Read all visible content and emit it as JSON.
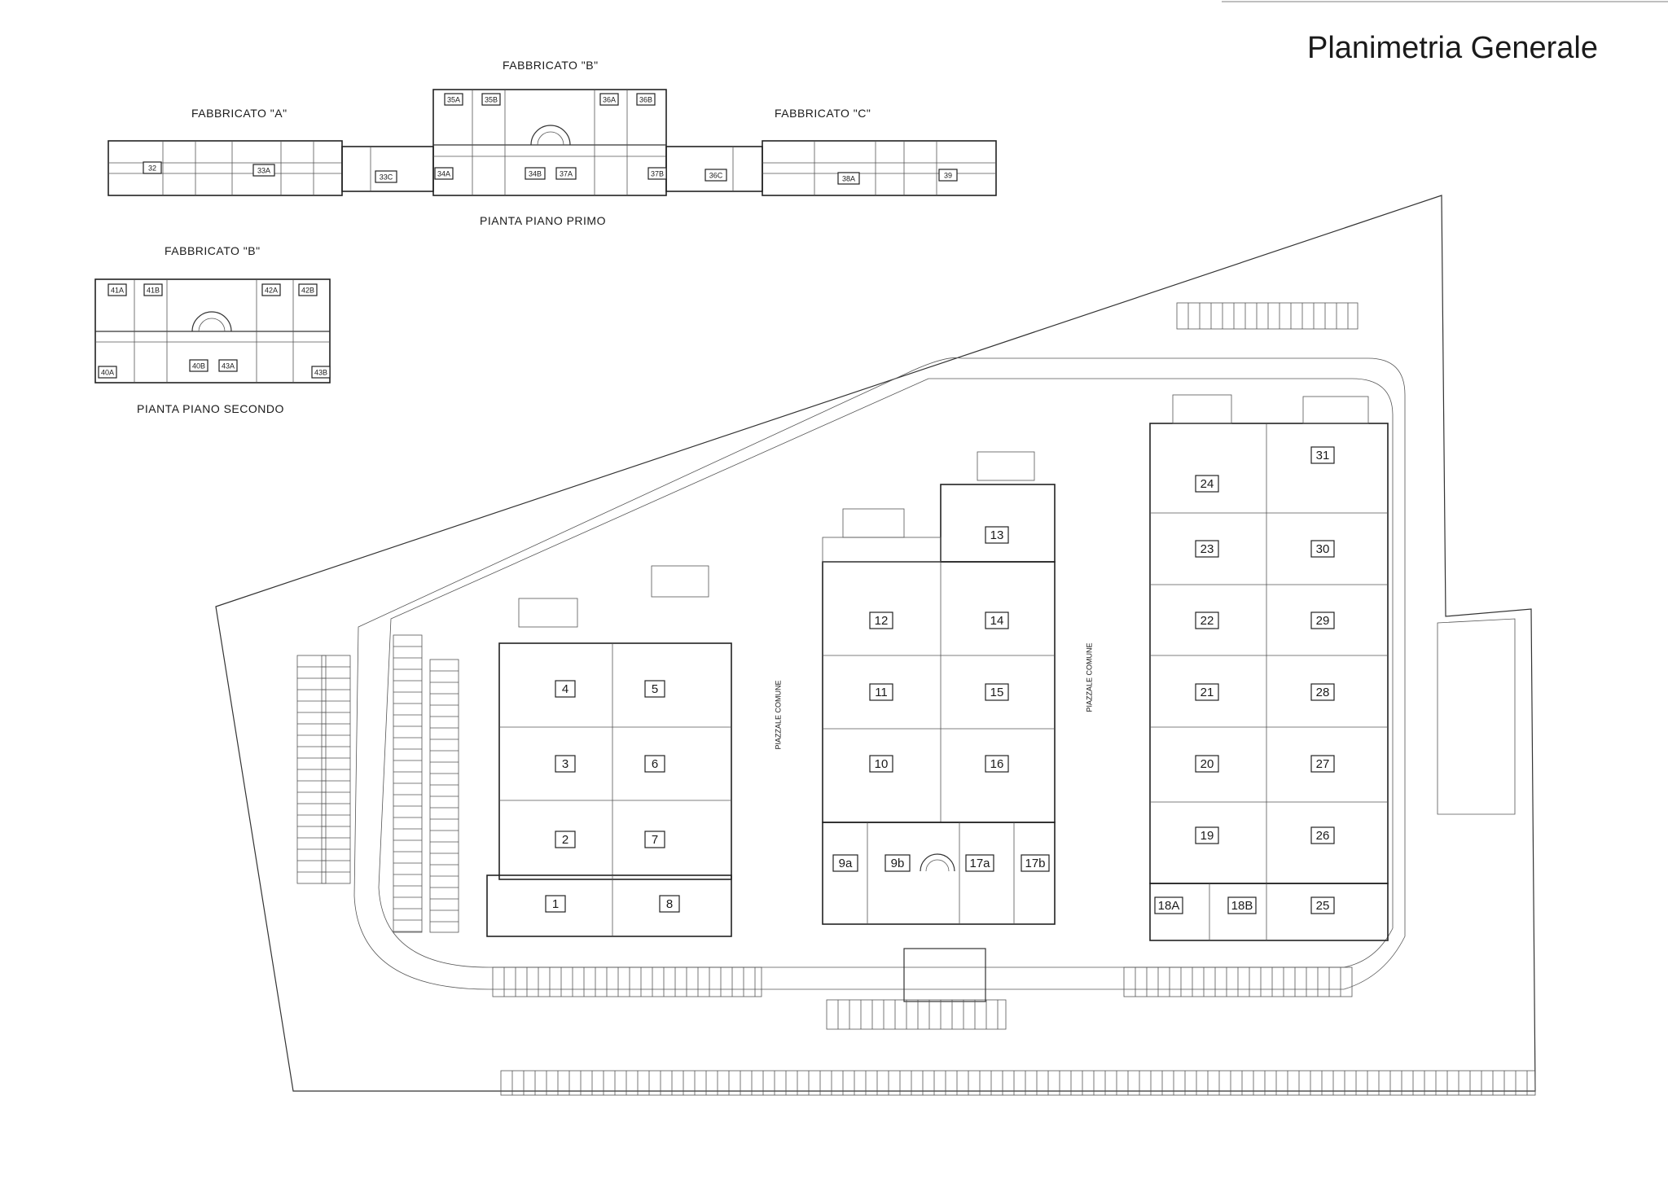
{
  "title": "Planimetria Generale",
  "first_floor": {
    "label_a": "FABBRICATO \"A\"",
    "label_b": "FABBRICATO \"B\"",
    "label_c": "FABBRICATO \"C\"",
    "caption": "PIANTA PIANO PRIMO",
    "units": [
      "32",
      "33A",
      "33C",
      "34A",
      "34B",
      "35A",
      "35B",
      "36A",
      "36B",
      "37A",
      "37B",
      "36C",
      "38A",
      "39"
    ]
  },
  "second_floor": {
    "label_b": "FABBRICATO \"B\"",
    "caption": "PIANTA PIANO SECONDO",
    "units": [
      "41A",
      "41B",
      "42A",
      "42B",
      "40A",
      "40B",
      "43A",
      "43B"
    ]
  },
  "site": {
    "road_labels": [
      "PIAZZALE COMUNE",
      "PIAZZALE COMUNE"
    ],
    "units": [
      "1",
      "2",
      "3",
      "4",
      "5",
      "6",
      "7",
      "8",
      "9a",
      "9b",
      "10",
      "11",
      "12",
      "13",
      "14",
      "15",
      "16",
      "17a",
      "17b",
      "18A",
      "18B",
      "19",
      "20",
      "21",
      "22",
      "23",
      "24",
      "25",
      "26",
      "27",
      "28",
      "29",
      "30",
      "31"
    ]
  }
}
